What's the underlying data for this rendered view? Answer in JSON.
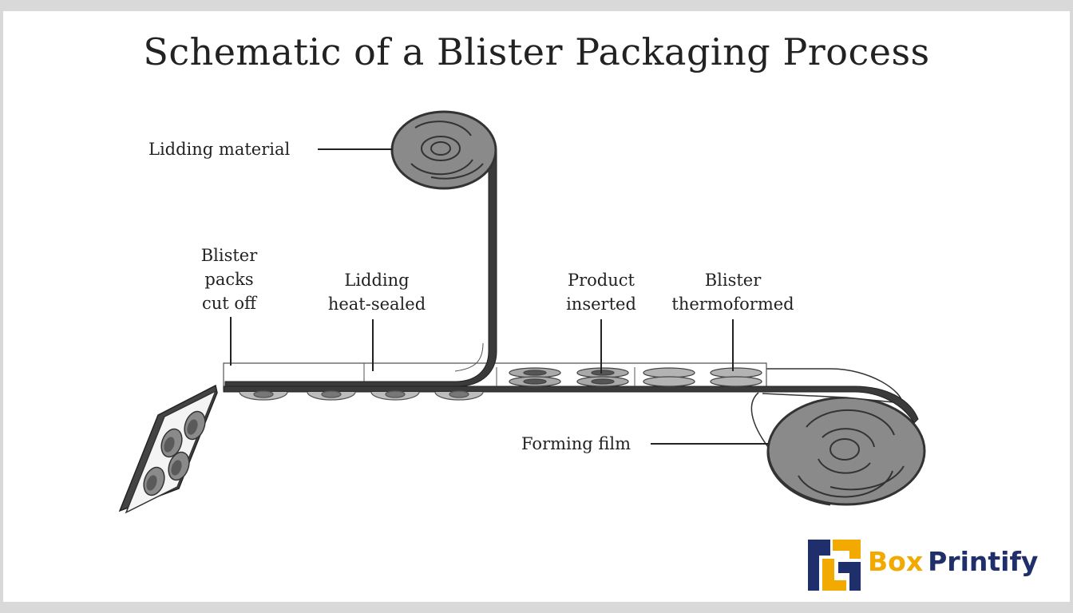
{
  "title": "Schematic of a Blister Packaging Process",
  "labels": {
    "lidding_material": "Lidding material",
    "blister_packs_cut_off": [
      "Blister",
      "packs",
      "cut off"
    ],
    "lidding_heat_sealed": [
      "Lidding",
      "heat-sealed"
    ],
    "product_inserted": [
      "Product",
      "inserted"
    ],
    "blister_thermoformed": [
      "Blister",
      "thermoformed"
    ],
    "forming_film": "Forming film"
  },
  "logo": {
    "brand_part1": "Box",
    "brand_part2": "Printify",
    "color_part1": "#f2a900",
    "color_part2": "#1f2f6b"
  },
  "colors": {
    "roll_fill": "#8a8a8a",
    "film_dark": "#3a3a3a",
    "outline": "#333333"
  }
}
